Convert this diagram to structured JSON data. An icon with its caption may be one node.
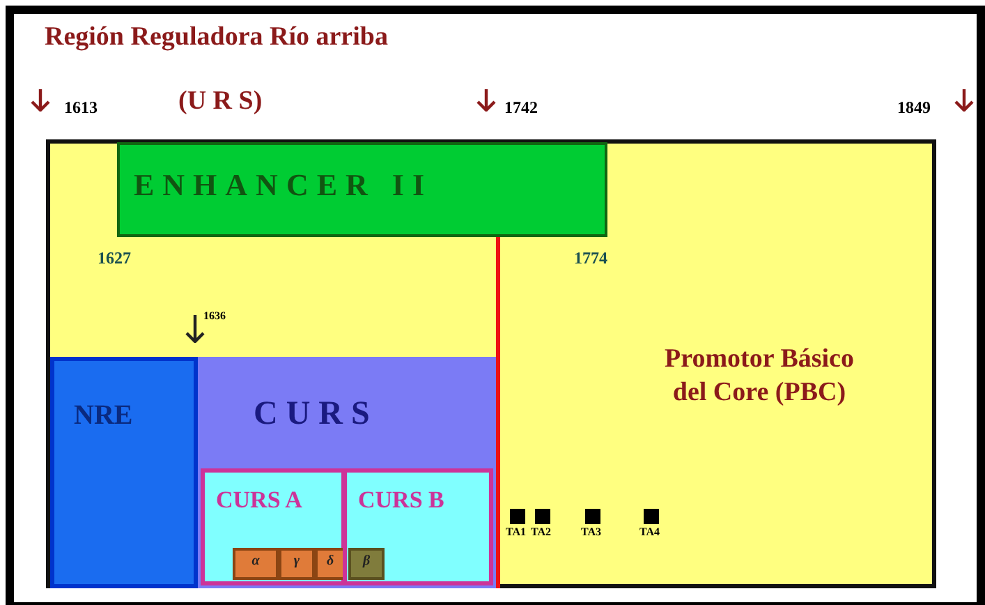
{
  "diagram": {
    "title": "Región Reguladora Río arriba",
    "nodes": [
      {
        "text": [],
        "shape": "box"
      },
      {
        "text": [
          "ENHANCER II"
        ],
        "in": 0
      },
      {
        "text": [
          "NRE"
        ],
        "in": 0
      },
      {
        "text": [
          "CURS"
        ],
        "in": 0
      },
      {
        "text": [
          "CURS A"
        ],
        "in": 3
      },
      {
        "text": [
          "CURS B"
        ],
        "in": 3
      },
      {
        "text": [
          "α"
        ],
        "in": 4
      },
      {
        "text": [
          "γ"
        ],
        "in": 4
      },
      {
        "text": [
          "δ"
        ],
        "in": 4
      },
      {
        "text": [
          "β"
        ],
        "in": 5
      },
      {
        "text": [
          "TA1"
        ],
        "in": 0
      },
      {
        "text": [
          "TA2"
        ],
        "in": 0
      },
      {
        "text": [
          "TA3"
        ],
        "in": 0
      },
      {
        "text": [
          "TA4"
        ],
        "in": 0
      }
    ],
    "edges": [],
    "labels": [
      "(U R S)",
      "1613",
      "1742",
      "1849",
      "1627",
      "1774",
      "1636",
      "Promotor Básico del Core (PBC)"
    ]
  }
}
